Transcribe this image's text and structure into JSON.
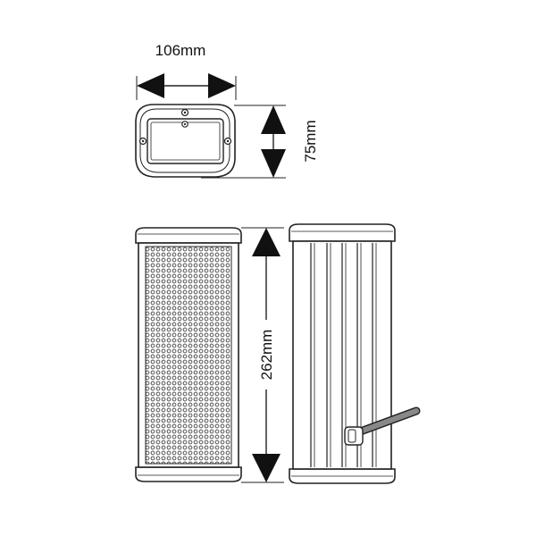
{
  "dimensions": {
    "width_label": "106mm",
    "depth_label": "75mm",
    "height_label": "262mm"
  },
  "colors": {
    "line": "#222222",
    "fill": "#ffffff",
    "grille_dot": "#444444",
    "cable": "#888888"
  }
}
